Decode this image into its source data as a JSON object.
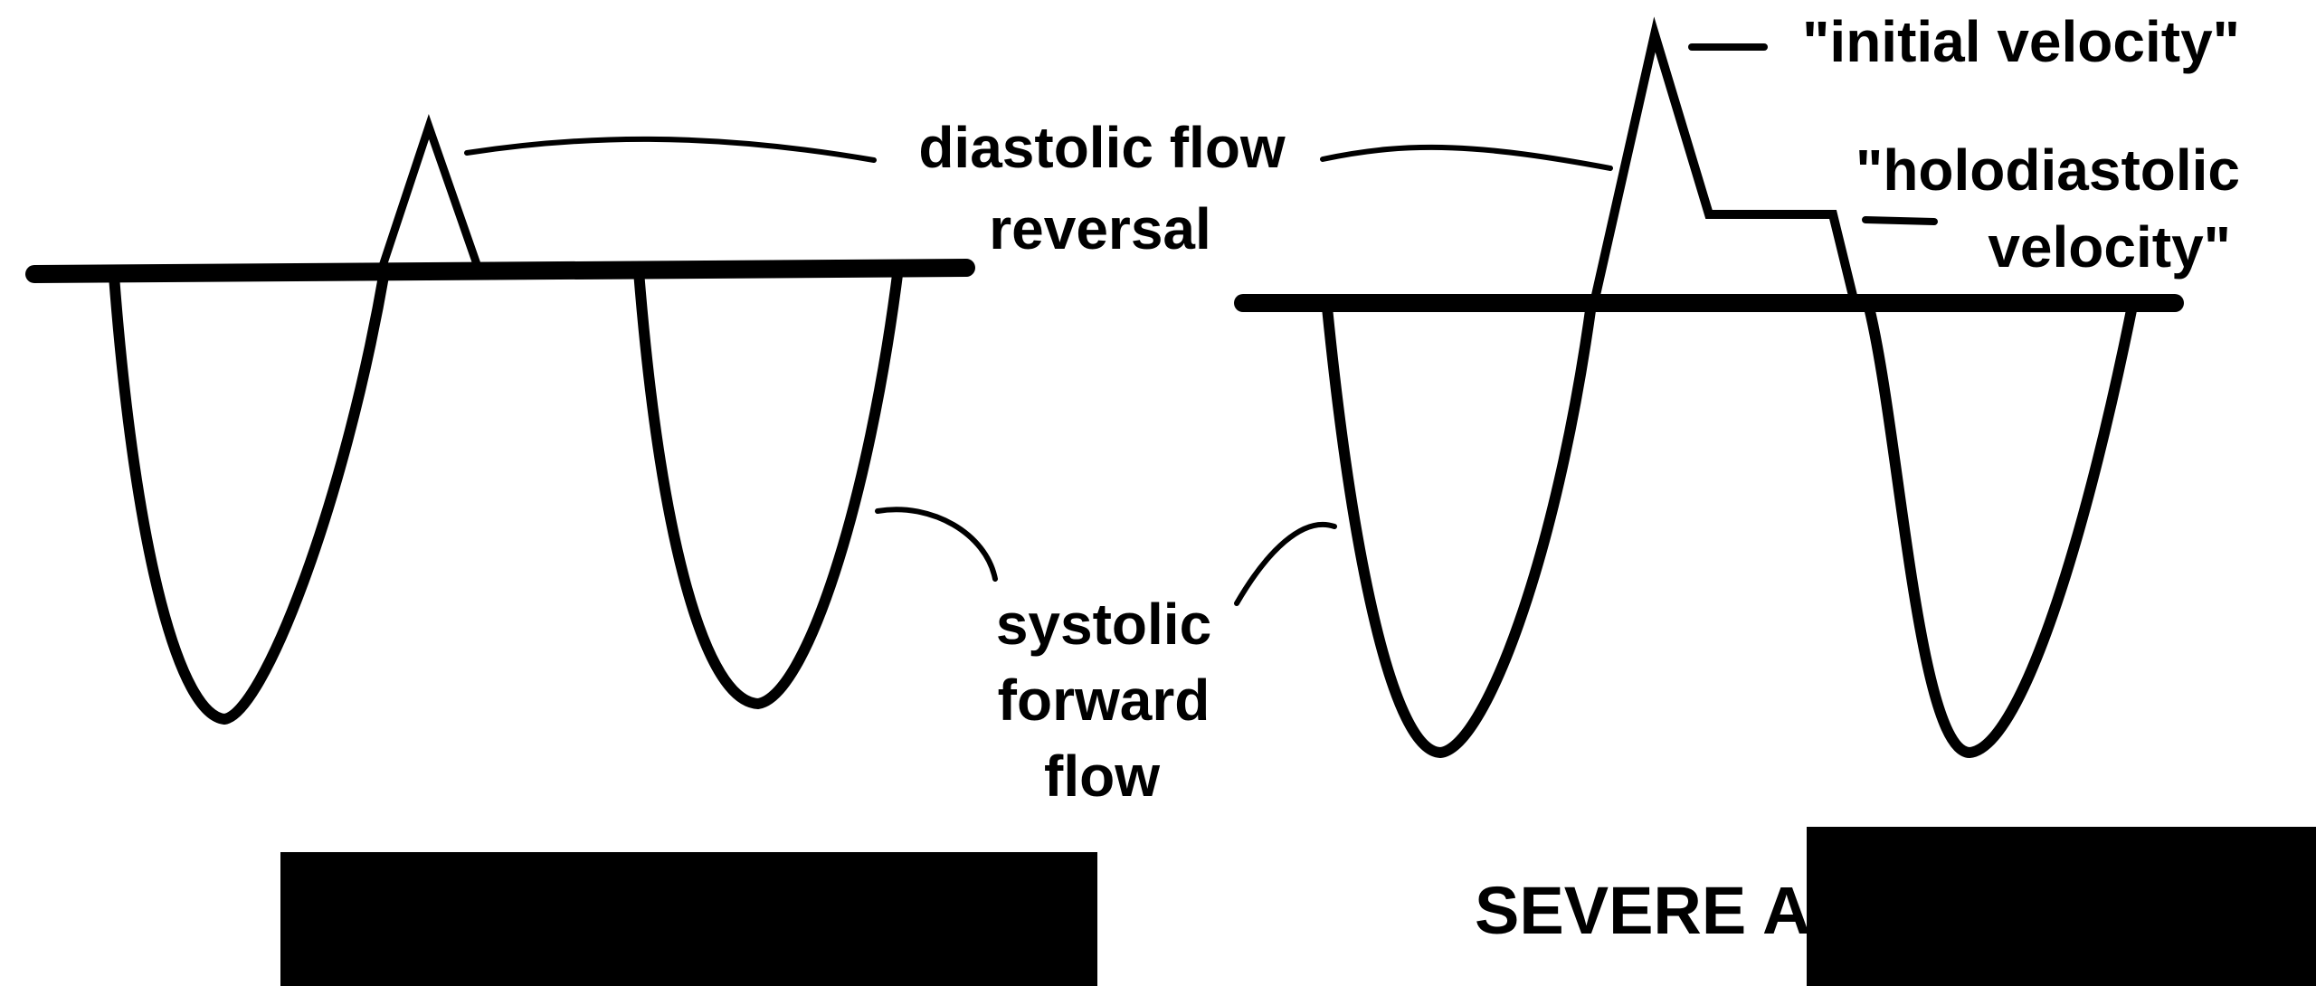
{
  "diagram": {
    "type": "doppler-flow-waveform-comparison",
    "colors": {
      "ink": "#000000",
      "background": "#ffffff",
      "redaction": "#000000"
    },
    "panels": [
      {
        "id": "left",
        "caption": "",
        "caption_redacted": true,
        "features": [
          "systolic forward flow",
          "brief early diastolic flow reversal"
        ]
      },
      {
        "id": "right",
        "caption": "SEVERE A",
        "caption_partially_redacted": true,
        "features": [
          "systolic forward flow",
          "initial velocity peak",
          "holodiastolic velocity plateau"
        ]
      }
    ],
    "labels": {
      "diastolic_flow_line1": "diastolic flow",
      "diastolic_flow_line2": "reversal",
      "systolic_line1": "systolic",
      "systolic_line2": "forward",
      "systolic_line3": "flow",
      "initial_velocity": "\"initial velocity\"",
      "holodiastolic_line1": "\"holodiastolic",
      "holodiastolic_line2": "velocity\""
    },
    "captions": {
      "right_visible": "SEVERE A"
    }
  }
}
